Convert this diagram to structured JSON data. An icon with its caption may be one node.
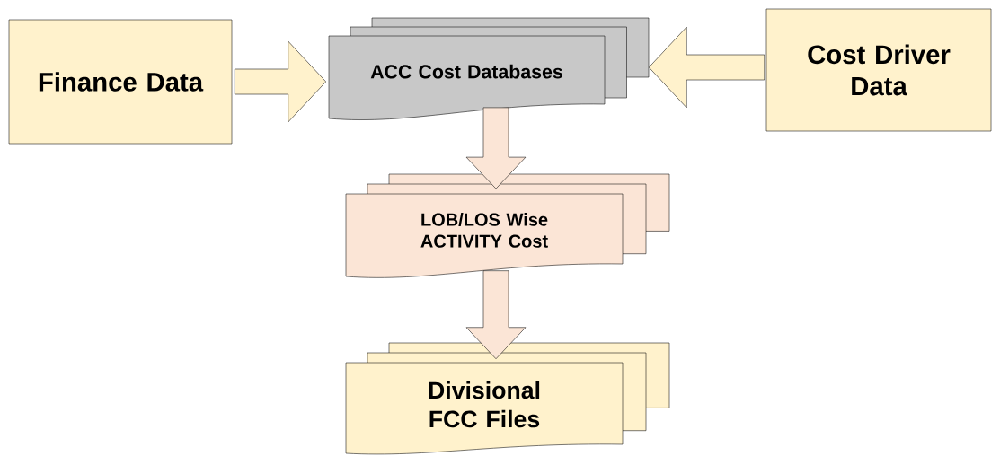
{
  "diagram": {
    "nodes": [
      {
        "text": [
          "Finance Data"
        ]
      },
      {
        "text": [
          "ACC Cost Databases"
        ]
      },
      {
        "text": [
          "Cost Driver Data"
        ]
      },
      {
        "text": [
          "LOB/LOS Wise ACTIVITY Cost"
        ]
      },
      {
        "text": [
          "Divisional FCC Files"
        ]
      }
    ],
    "edges": [
      {
        "from": 0,
        "to": 1,
        "arrow": "to"
      },
      {
        "from": 2,
        "to": 1,
        "arrow": "to"
      },
      {
        "from": 1,
        "to": 3,
        "arrow": "to"
      },
      {
        "from": 3,
        "to": 4,
        "arrow": "to"
      }
    ]
  }
}
